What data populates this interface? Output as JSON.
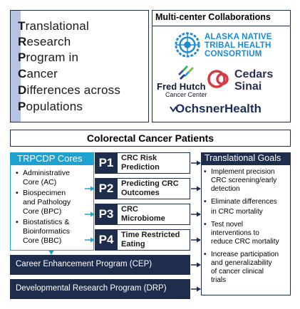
{
  "title": {
    "lines": [
      {
        "initial": "T",
        "rest": "ranslational"
      },
      {
        "initial": "R",
        "rest": "esearch"
      },
      {
        "initial": "P",
        "rest": "rogram in"
      },
      {
        "initial": "C",
        "rest": "ancer"
      },
      {
        "initial": "D",
        "rest": "ifferences across"
      },
      {
        "initial": "P",
        "rest": "opulations"
      }
    ]
  },
  "collaborations": {
    "heading": "Multi-center Collaborations",
    "alaska_line1": "ALASKA NATIVE",
    "alaska_line2": "TRIBAL HEALTH",
    "alaska_line3": "CONSORTIUM",
    "fred_hutch": "Fred Hutch",
    "fred_hutch_sub": "Cancer Center",
    "cedars_line1": "Cedars",
    "cedars_line2": "Sinai",
    "ochsner": "OchsnerHealth"
  },
  "patients_label": "Colorectal Cancer Patients",
  "cores": {
    "heading": "TRPCDP Cores",
    "items": [
      {
        "lines": [
          "Administrative",
          "Core (AC)"
        ]
      },
      {
        "lines": [
          "Biospecimen",
          "and Pathology",
          "Core (BPC)"
        ]
      },
      {
        "lines": [
          "Biostatistics &",
          "Bioinformatics",
          "Core (BBC)"
        ]
      }
    ]
  },
  "projects": [
    {
      "id": "P1",
      "lines": [
        "CRC Risk",
        "Prediction"
      ]
    },
    {
      "id": "P2",
      "lines": [
        "Predicting CRC",
        "Outcomes"
      ]
    },
    {
      "id": "P3",
      "lines": [
        "CRC",
        "Microbiome"
      ]
    },
    {
      "id": "P4",
      "lines": [
        "Time Restricted",
        "Eating"
      ]
    }
  ],
  "programs": [
    "Career Enhancement Program (CEP)",
    "Developmental Research Program (DRP)"
  ],
  "goals": {
    "heading": "Translational Goals",
    "items": [
      {
        "lines": [
          "Implement precision",
          "CRC screening/early",
          "detection"
        ]
      },
      {
        "lines": [
          "Eliminate differences",
          "in CRC mortality"
        ]
      },
      {
        "lines": [
          "Test novel",
          "interventions to",
          "reduce CRC mortality"
        ]
      },
      {
        "lines": [
          "Increase participation",
          "and generalizability",
          "of cancer clinical",
          "trials"
        ]
      }
    ]
  },
  "colors": {
    "navy": "#1f2d4d",
    "cores_blue": "#1da1d1",
    "title_stripe": "#b7c3e3",
    "alaska_blue": "#1c8ad0",
    "cedars_red": "#d63a44"
  },
  "icons": [
    "alaska-native-logo-icon",
    "fred-hutch-logo-icon",
    "cedars-sinai-logo-icon",
    "ochsner-logo-icon"
  ]
}
